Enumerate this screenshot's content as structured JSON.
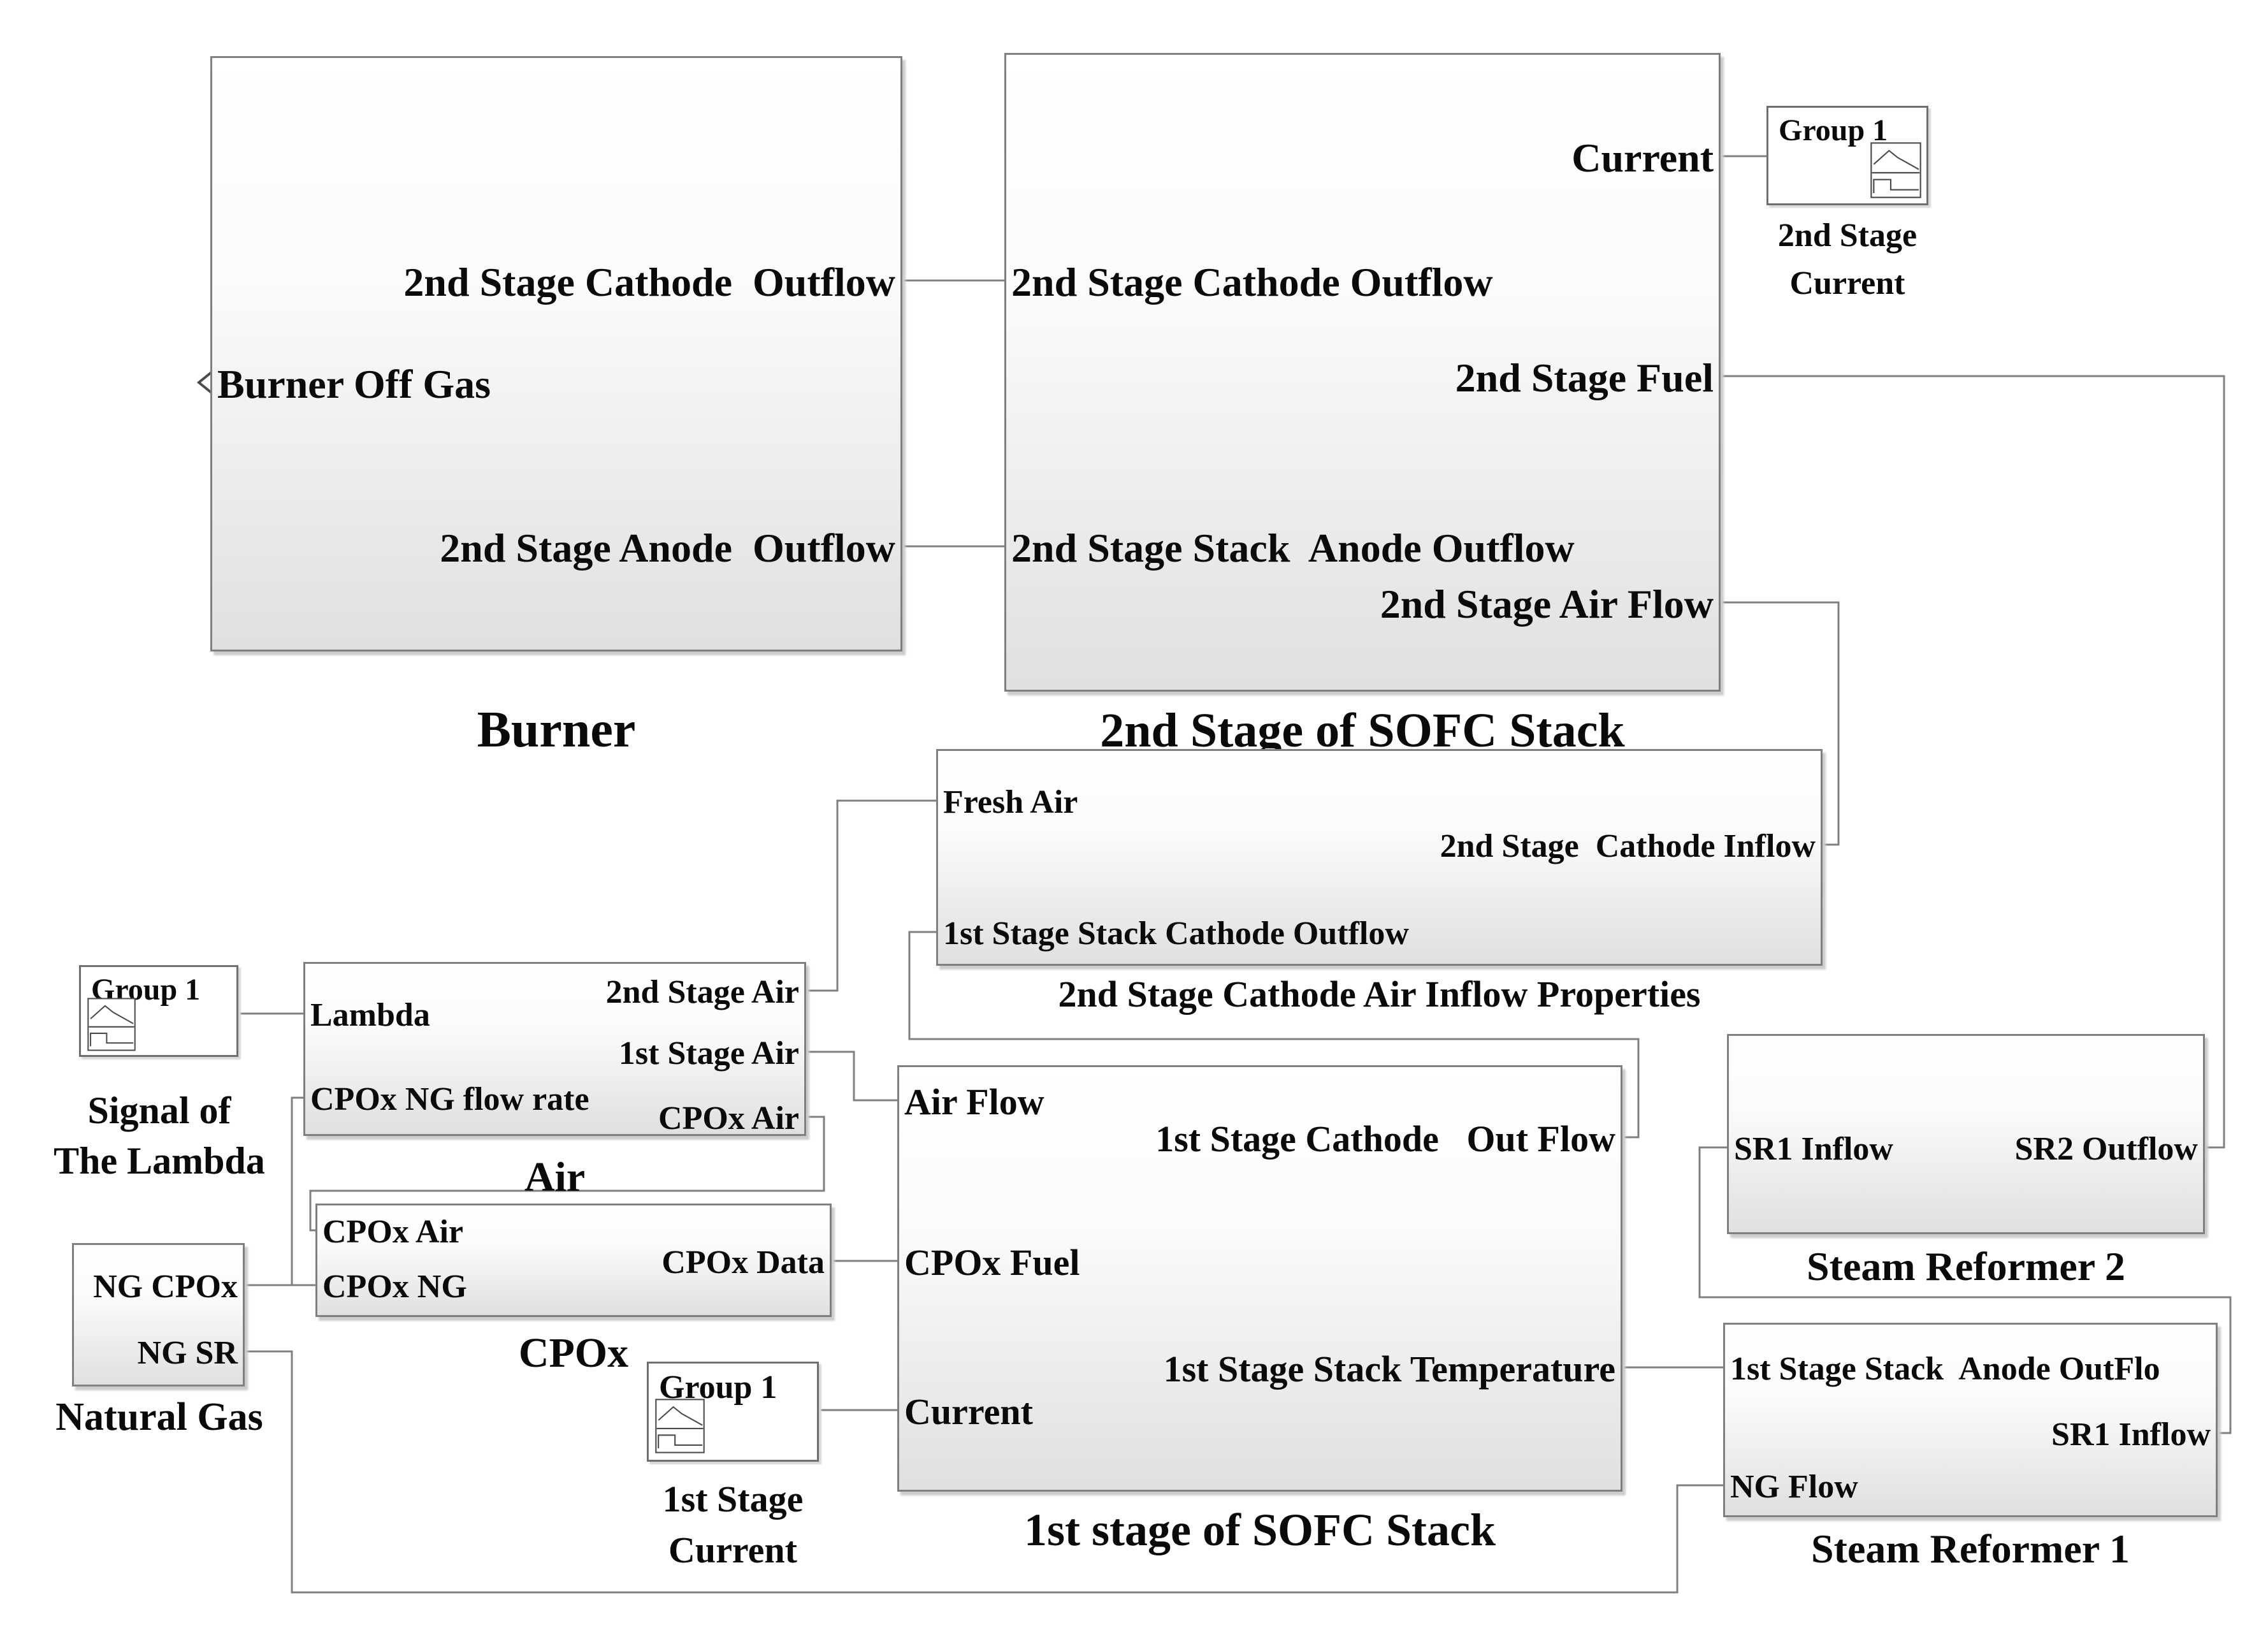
{
  "diagram": {
    "wire_color": "#7f7f7f",
    "border_color": "#7f7f7f",
    "blocks": {
      "burner": {
        "label": "Burner",
        "ports": {
          "cathode_outflow": "2nd Stage Cathode  Outflow",
          "off_gas": "Burner Off Gas",
          "anode_outflow": "2nd Stage Anode  Outflow"
        }
      },
      "sofc2": {
        "label": "2nd Stage of SOFC Stack",
        "ports": {
          "current": "Current",
          "cathode_outflow": "2nd Stage Cathode Outflow",
          "fuel": "2nd Stage Fuel",
          "anode_outflow": "2nd Stage Stack  Anode Outflow",
          "air_flow": "2nd Stage Air Flow"
        }
      },
      "scope_current2": {
        "title": "Group 1",
        "caption_line1": "2nd Stage",
        "caption_line2": "Current"
      },
      "cathode_props": {
        "label": "2nd Stage Cathode Air Inflow Properties",
        "ports": {
          "fresh_air": "Fresh Air",
          "cathode_inflow": "2nd Stage  Cathode Inflow",
          "stage1_cathode_outflow": "1st Stage Stack Cathode Outflow"
        }
      },
      "air": {
        "label": "Air",
        "ports": {
          "stage2_air": "2nd Stage Air",
          "lambda": "Lambda",
          "stage1_air": "1st Stage Air",
          "cpox_ng_flow_rate": "CPOx NG flow rate",
          "cpox_air": "CPOx Air"
        }
      },
      "scope_lambda": {
        "title": "Group 1",
        "caption_line1": "Signal of",
        "caption_line2": "The Lambda"
      },
      "cpox": {
        "label": "CPOx",
        "ports": {
          "cpox_air": "CPOx Air",
          "cpox_data": "CPOx Data",
          "cpox_ng": "CPOx NG"
        }
      },
      "natural_gas": {
        "label": "Natural Gas",
        "ports": {
          "ng_cpox": "NG CPOx",
          "ng_sr": "NG SR"
        }
      },
      "sofc1": {
        "label": "1st stage of SOFC Stack",
        "ports": {
          "air_flow": "Air Flow",
          "cathode_out_flow": "1st Stage Cathode   Out Flow",
          "cpox_fuel": "CPOx Fuel",
          "stack_temperature": "1st Stage Stack Temperature",
          "current": "Current"
        }
      },
      "scope_current1": {
        "title": "Group 1",
        "caption_line1": "1st Stage",
        "caption_line2": "Current"
      },
      "sr2": {
        "label": "Steam Reformer 2",
        "ports": {
          "sr1_inflow": "SR1 Inflow",
          "sr2_outflow": "SR2 Outflow"
        }
      },
      "sr1": {
        "label": "Steam Reformer 1",
        "ports": {
          "anode_outflow": "1st Stage Stack  Anode OutFlo",
          "sr1_inflow": "SR1 Inflow",
          "ng_flow": "NG Flow"
        }
      }
    }
  }
}
